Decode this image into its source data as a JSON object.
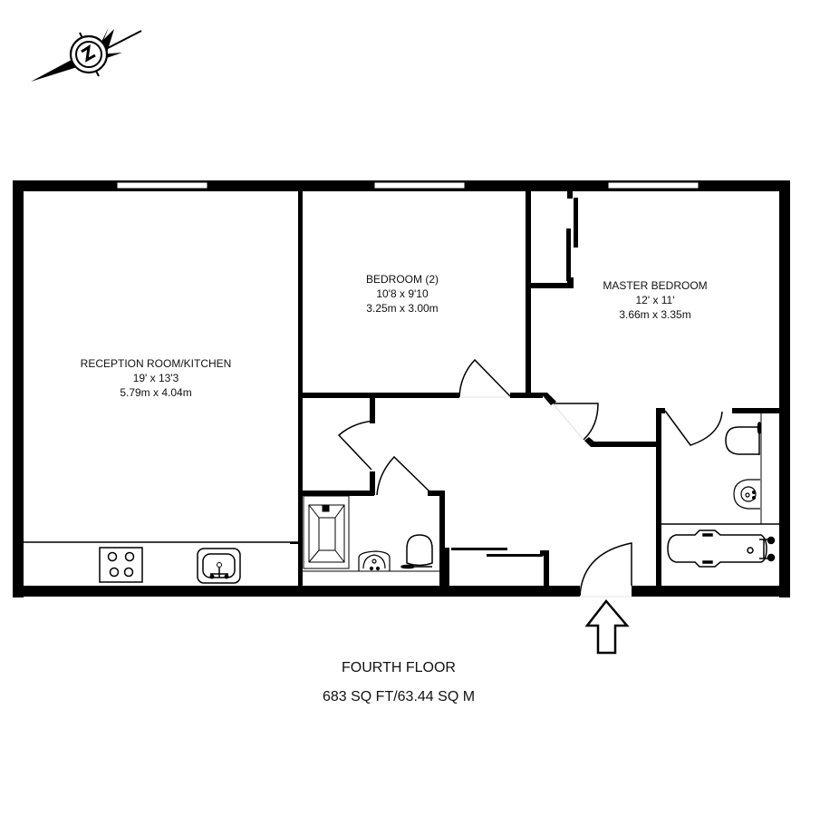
{
  "compass": {
    "icon": "north-compass-icon",
    "letter": "N"
  },
  "rooms": [
    {
      "id": "reception",
      "name": "RECEPTION ROOM/KITCHEN",
      "imperial": "19' x 13'3",
      "metric": "5.79m x 4.04m"
    },
    {
      "id": "bedroom2",
      "name": "BEDROOM (2)",
      "imperial": "10'8 x 9'10",
      "metric": "3.25m x 3.00m"
    },
    {
      "id": "master",
      "name": "MASTER BEDROOM",
      "imperial": "12' x 11'",
      "metric": "3.66m x 3.35m"
    }
  ],
  "fixtures": [
    "hob-icon",
    "kitchen-sink-icon",
    "shower-tray-icon",
    "basin-icon",
    "toilet-icon",
    "bathtub-icon"
  ],
  "entrance": {
    "icon": "entrance-arrow-icon"
  },
  "footer": {
    "floor": "FOURTH FLOOR",
    "area": "683 SQ FT/63.44 SQ M"
  },
  "colors": {
    "wall": "#000000",
    "background": "#ffffff",
    "text": "#111111"
  }
}
